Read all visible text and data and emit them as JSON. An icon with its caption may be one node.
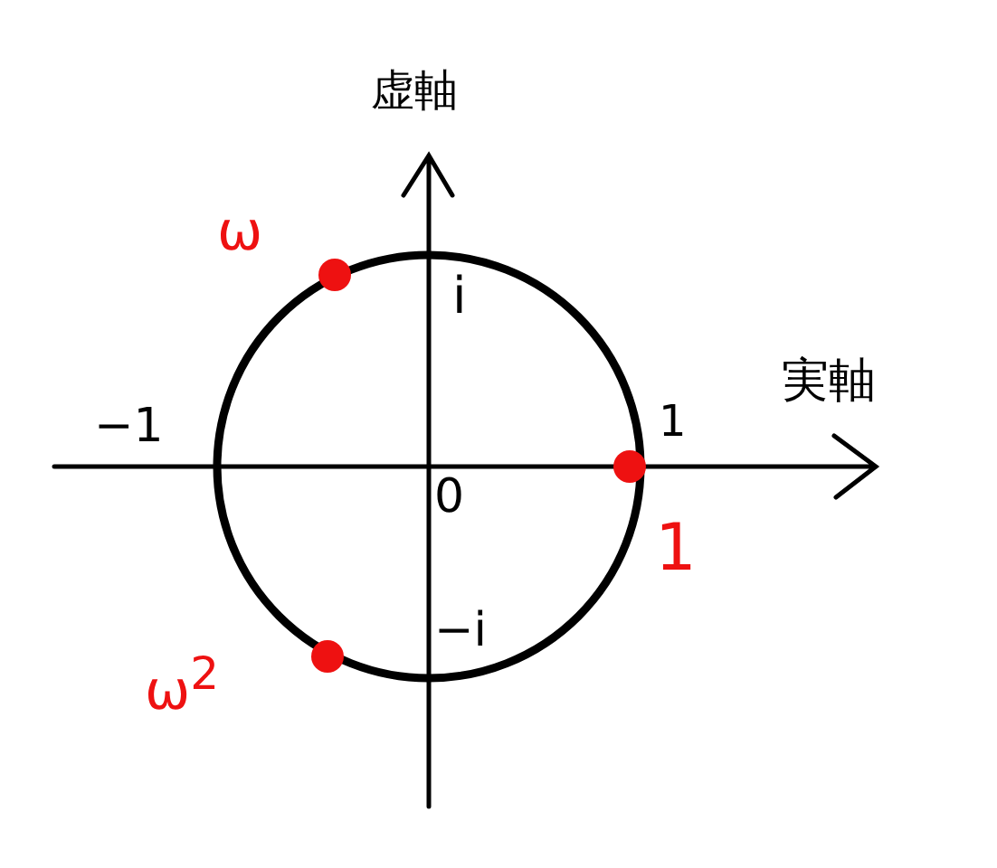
{
  "diagram": {
    "labels": [
      "虚軸",
      "ω",
      "i",
      "実軸",
      "−1",
      "1",
      "0",
      "1",
      "−i",
      "ω$^{2}$"
    ]
  }
}
